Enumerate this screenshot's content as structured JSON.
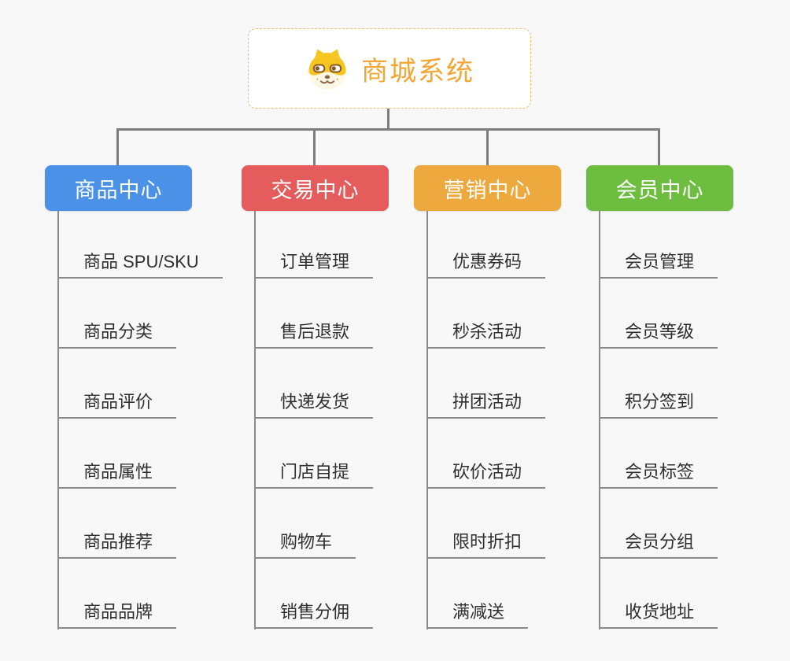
{
  "canvas": {
    "background_color": "#f8f8f8",
    "connector_color": "#7d7d7d",
    "underline_color": "#8a8a8a",
    "leaf_text_color": "#2f2f2f"
  },
  "root": {
    "title": "商城系统",
    "icon": "dog-face-icon",
    "title_color": "#f2a636",
    "border_color": "#f0bc66"
  },
  "branches": [
    {
      "label": "商品中心",
      "color": "#4b91e8",
      "children": [
        "商品 SPU/SKU",
        "商品分类",
        "商品评价",
        "商品属性",
        "商品推荐",
        "商品品牌"
      ]
    },
    {
      "label": "交易中心",
      "color": "#e45c5c",
      "children": [
        "订单管理",
        "售后退款",
        "快递发货",
        "门店自提",
        "购物车",
        "销售分佣"
      ]
    },
    {
      "label": "营销中心",
      "color": "#eda93e",
      "children": [
        "优惠券码",
        "秒杀活动",
        "拼团活动",
        "砍价活动",
        "限时折扣",
        "满减送"
      ]
    },
    {
      "label": "会员中心",
      "color": "#6dbe3f",
      "children": [
        "会员管理",
        "会员等级",
        "积分签到",
        "会员标签",
        "会员分组",
        "收货地址"
      ]
    }
  ]
}
